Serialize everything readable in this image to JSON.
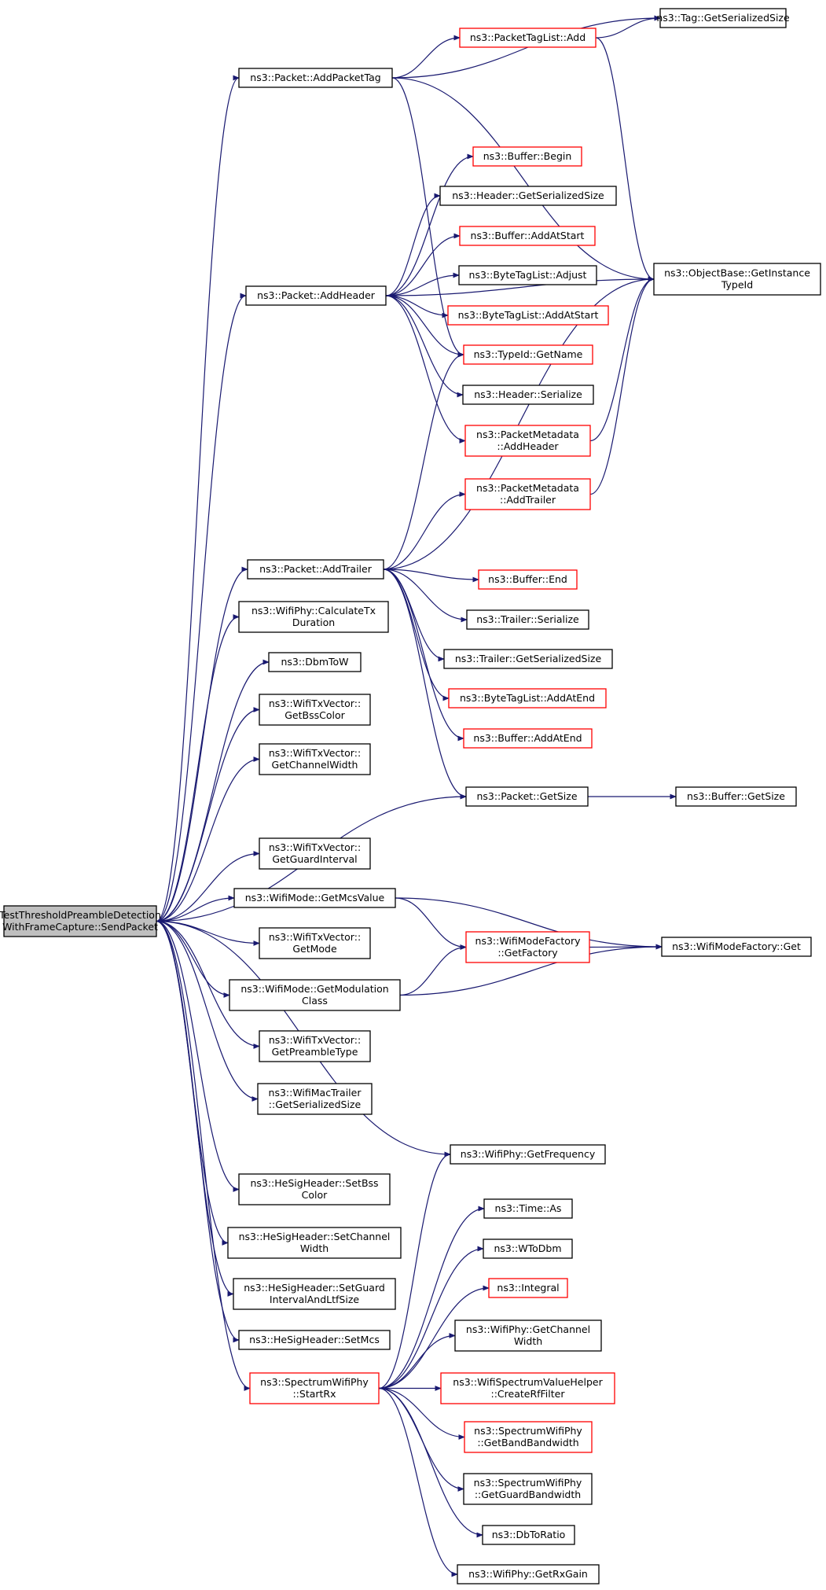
{
  "colors": {
    "edge": "#191970",
    "plain_border": "#000000",
    "doc_missing_border": "#ff0000",
    "root_fill": "#bfbfbf"
  },
  "nodes": {
    "root": {
      "lines": [
        "TestThresholdPreambleDetection",
        "WithFrameCapture::SendPacket"
      ],
      "red": false,
      "root": true
    },
    "pkt_addpackettag": {
      "lines": [
        "ns3::Packet::AddPacketTag"
      ],
      "red": false
    },
    "packettaglist_add": {
      "lines": [
        "ns3::PacketTagList::Add"
      ],
      "red": true
    },
    "tag_getserializedsize": {
      "lines": [
        "ns3::Tag::GetSerializedSize"
      ],
      "red": false
    },
    "objectbase_getinstancetypeid": {
      "lines": [
        "ns3::ObjectBase::GetInstance",
        "TypeId"
      ],
      "red": false
    },
    "buffer_begin": {
      "lines": [
        "ns3::Buffer::Begin"
      ],
      "red": true
    },
    "header_getserializedsize": {
      "lines": [
        "ns3::Header::GetSerializedSize"
      ],
      "red": false
    },
    "buffer_addatstart": {
      "lines": [
        "ns3::Buffer::AddAtStart"
      ],
      "red": true
    },
    "bytetaglist_adjust": {
      "lines": [
        "ns3::ByteTagList::Adjust"
      ],
      "red": false
    },
    "pkt_addheader": {
      "lines": [
        "ns3::Packet::AddHeader"
      ],
      "red": false
    },
    "bytetaglist_addatstart": {
      "lines": [
        "ns3::ByteTagList::AddAtStart"
      ],
      "red": true
    },
    "typeid_getname": {
      "lines": [
        "ns3::TypeId::GetName"
      ],
      "red": true
    },
    "header_serialize": {
      "lines": [
        "ns3::Header::Serialize"
      ],
      "red": false
    },
    "pktmeta_addheader": {
      "lines": [
        "ns3::PacketMetadata",
        "::AddHeader"
      ],
      "red": true
    },
    "pktmeta_addtrailer": {
      "lines": [
        "ns3::PacketMetadata",
        "::AddTrailer"
      ],
      "red": true
    },
    "pkt_addtrailer": {
      "lines": [
        "ns3::Packet::AddTrailer"
      ],
      "red": false
    },
    "buffer_end": {
      "lines": [
        "ns3::Buffer::End"
      ],
      "red": true
    },
    "trailer_serialize": {
      "lines": [
        "ns3::Trailer::Serialize"
      ],
      "red": false
    },
    "wifiphy_calctxduration": {
      "lines": [
        "ns3::WifiPhy::CalculateTx",
        "Duration"
      ],
      "red": false
    },
    "trailer_getserializedsize": {
      "lines": [
        "ns3::Trailer::GetSerializedSize"
      ],
      "red": false
    },
    "dbmtow": {
      "lines": [
        "ns3::DbmToW"
      ],
      "red": false
    },
    "bytetaglist_addatend": {
      "lines": [
        "ns3::ByteTagList::AddAtEnd"
      ],
      "red": true
    },
    "txvec_getbsscolor": {
      "lines": [
        "ns3::WifiTxVector::",
        "GetBssColor"
      ],
      "red": false
    },
    "buffer_addatend": {
      "lines": [
        "ns3::Buffer::AddAtEnd"
      ],
      "red": true
    },
    "txvec_getchannelwidth": {
      "lines": [
        "ns3::WifiTxVector::",
        "GetChannelWidth"
      ],
      "red": false
    },
    "pkt_getsize": {
      "lines": [
        "ns3::Packet::GetSize"
      ],
      "red": false
    },
    "buffer_getsize": {
      "lines": [
        "ns3::Buffer::GetSize"
      ],
      "red": false
    },
    "txvec_getguardinterval": {
      "lines": [
        "ns3::WifiTxVector::",
        "GetGuardInterval"
      ],
      "red": false
    },
    "wifimode_getmcsvalue": {
      "lines": [
        "ns3::WifiMode::GetMcsValue"
      ],
      "red": false
    },
    "wifimodefactory_getfactory": {
      "lines": [
        "ns3::WifiModeFactory",
        "::GetFactory"
      ],
      "red": true
    },
    "wifimodefactory_get": {
      "lines": [
        "ns3::WifiModeFactory::Get"
      ],
      "red": false
    },
    "txvec_getmode": {
      "lines": [
        "ns3::WifiTxVector::",
        "GetMode"
      ],
      "red": false
    },
    "wifimode_getmodulationclass": {
      "lines": [
        "ns3::WifiMode::GetModulation",
        "Class"
      ],
      "red": false
    },
    "txvec_getpreambletype": {
      "lines": [
        "ns3::WifiTxVector::",
        "GetPreambleType"
      ],
      "red": false
    },
    "wifimactrailer_getserializedsize": {
      "lines": [
        "ns3::WifiMacTrailer",
        "::GetSerializedSize"
      ],
      "red": false
    },
    "wifiphy_getfrequency": {
      "lines": [
        "ns3::WifiPhy::GetFrequency"
      ],
      "red": false
    },
    "hesig_setbsscolor": {
      "lines": [
        "ns3::HeSigHeader::SetBss",
        "Color"
      ],
      "red": false
    },
    "time_as": {
      "lines": [
        "ns3::Time::As"
      ],
      "red": false
    },
    "wtodbm": {
      "lines": [
        "ns3::WToDbm"
      ],
      "red": false
    },
    "hesig_setchannelwidth": {
      "lines": [
        "ns3::HeSigHeader::SetChannel",
        "Width"
      ],
      "red": false
    },
    "integral": {
      "lines": [
        "ns3::Integral"
      ],
      "red": true
    },
    "hesig_setguardinterval": {
      "lines": [
        "ns3::HeSigHeader::SetGuard",
        "IntervalAndLtfSize"
      ],
      "red": false
    },
    "wifiphy_getchannelwidth": {
      "lines": [
        "ns3::WifiPhy::GetChannel",
        "Width"
      ],
      "red": false
    },
    "hesig_setmcs": {
      "lines": [
        "ns3::HeSigHeader::SetMcs"
      ],
      "red": false
    },
    "spectrumphy_startrx": {
      "lines": [
        "ns3::SpectrumWifiPhy",
        "::StartRx"
      ],
      "red": true
    },
    "spectrumvaluehelper_createrffilter": {
      "lines": [
        "ns3::WifiSpectrumValueHelper",
        "::CreateRfFilter"
      ],
      "red": true
    },
    "spectrumphy_getbandbandwidth": {
      "lines": [
        "ns3::SpectrumWifiPhy",
        "::GetBandBandwidth"
      ],
      "red": true
    },
    "spectrumphy_getguardbandwidth": {
      "lines": [
        "ns3::SpectrumWifiPhy",
        "::GetGuardBandwidth"
      ],
      "red": false
    },
    "dbtoratio": {
      "lines": [
        "ns3::DbToRatio"
      ],
      "red": false
    },
    "wifiphy_getrxgain": {
      "lines": [
        "ns3::WifiPhy::GetRxGain"
      ],
      "red": false
    }
  },
  "edges": [
    [
      "root",
      "pkt_addpackettag"
    ],
    [
      "root",
      "pkt_addheader"
    ],
    [
      "root",
      "pkt_addtrailer"
    ],
    [
      "root",
      "wifiphy_calctxduration"
    ],
    [
      "root",
      "dbmtow"
    ],
    [
      "root",
      "txvec_getbsscolor"
    ],
    [
      "root",
      "txvec_getchannelwidth"
    ],
    [
      "root",
      "pkt_getsize"
    ],
    [
      "root",
      "txvec_getguardinterval"
    ],
    [
      "root",
      "wifimode_getmcsvalue"
    ],
    [
      "root",
      "txvec_getmode"
    ],
    [
      "root",
      "wifimode_getmodulationclass"
    ],
    [
      "root",
      "txvec_getpreambletype"
    ],
    [
      "root",
      "wifimactrailer_getserializedsize"
    ],
    [
      "root",
      "wifiphy_getfrequency"
    ],
    [
      "root",
      "hesig_setbsscolor"
    ],
    [
      "root",
      "hesig_setchannelwidth"
    ],
    [
      "root",
      "hesig_setguardinterval"
    ],
    [
      "root",
      "hesig_setmcs"
    ],
    [
      "root",
      "spectrumphy_startrx"
    ],
    [
      "pkt_addpackettag",
      "packettaglist_add"
    ],
    [
      "pkt_addpackettag",
      "tag_getserializedsize"
    ],
    [
      "pkt_addpackettag",
      "objectbase_getinstancetypeid"
    ],
    [
      "pkt_addpackettag",
      "typeid_getname"
    ],
    [
      "packettaglist_add",
      "tag_getserializedsize"
    ],
    [
      "packettaglist_add",
      "objectbase_getinstancetypeid"
    ],
    [
      "pkt_addheader",
      "buffer_begin"
    ],
    [
      "pkt_addheader",
      "header_getserializedsize"
    ],
    [
      "pkt_addheader",
      "buffer_addatstart"
    ],
    [
      "pkt_addheader",
      "bytetaglist_adjust"
    ],
    [
      "pkt_addheader",
      "bytetaglist_addatstart"
    ],
    [
      "pkt_addheader",
      "typeid_getname"
    ],
    [
      "pkt_addheader",
      "header_serialize"
    ],
    [
      "pkt_addheader",
      "pktmeta_addheader"
    ],
    [
      "pkt_addheader",
      "objectbase_getinstancetypeid"
    ],
    [
      "pktmeta_addheader",
      "objectbase_getinstancetypeid"
    ],
    [
      "pktmeta_addtrailer",
      "objectbase_getinstancetypeid"
    ],
    [
      "pkt_addtrailer",
      "pktmeta_addtrailer"
    ],
    [
      "pkt_addtrailer",
      "objectbase_getinstancetypeid"
    ],
    [
      "pkt_addtrailer",
      "typeid_getname"
    ],
    [
      "pkt_addtrailer",
      "buffer_end"
    ],
    [
      "pkt_addtrailer",
      "trailer_serialize"
    ],
    [
      "pkt_addtrailer",
      "trailer_getserializedsize"
    ],
    [
      "pkt_addtrailer",
      "bytetaglist_addatend"
    ],
    [
      "pkt_addtrailer",
      "buffer_addatend"
    ],
    [
      "pkt_addtrailer",
      "pkt_getsize"
    ],
    [
      "pkt_getsize",
      "buffer_getsize"
    ],
    [
      "wifimode_getmcsvalue",
      "wifimodefactory_getfactory"
    ],
    [
      "wifimode_getmcsvalue",
      "wifimodefactory_get"
    ],
    [
      "wifimode_getmodulationclass",
      "wifimodefactory_getfactory"
    ],
    [
      "wifimode_getmodulationclass",
      "wifimodefactory_get"
    ],
    [
      "wifimodefactory_getfactory",
      "wifimodefactory_get"
    ],
    [
      "spectrumphy_startrx",
      "wifiphy_getfrequency"
    ],
    [
      "spectrumphy_startrx",
      "time_as"
    ],
    [
      "spectrumphy_startrx",
      "wtodbm"
    ],
    [
      "spectrumphy_startrx",
      "integral"
    ],
    [
      "spectrumphy_startrx",
      "wifiphy_getchannelwidth"
    ],
    [
      "spectrumphy_startrx",
      "spectrumvaluehelper_createrffilter"
    ],
    [
      "spectrumphy_startrx",
      "spectrumphy_getbandbandwidth"
    ],
    [
      "spectrumphy_startrx",
      "spectrumphy_getguardbandwidth"
    ],
    [
      "spectrumphy_startrx",
      "dbtoratio"
    ],
    [
      "spectrumphy_startrx",
      "wifiphy_getrxgain"
    ]
  ]
}
